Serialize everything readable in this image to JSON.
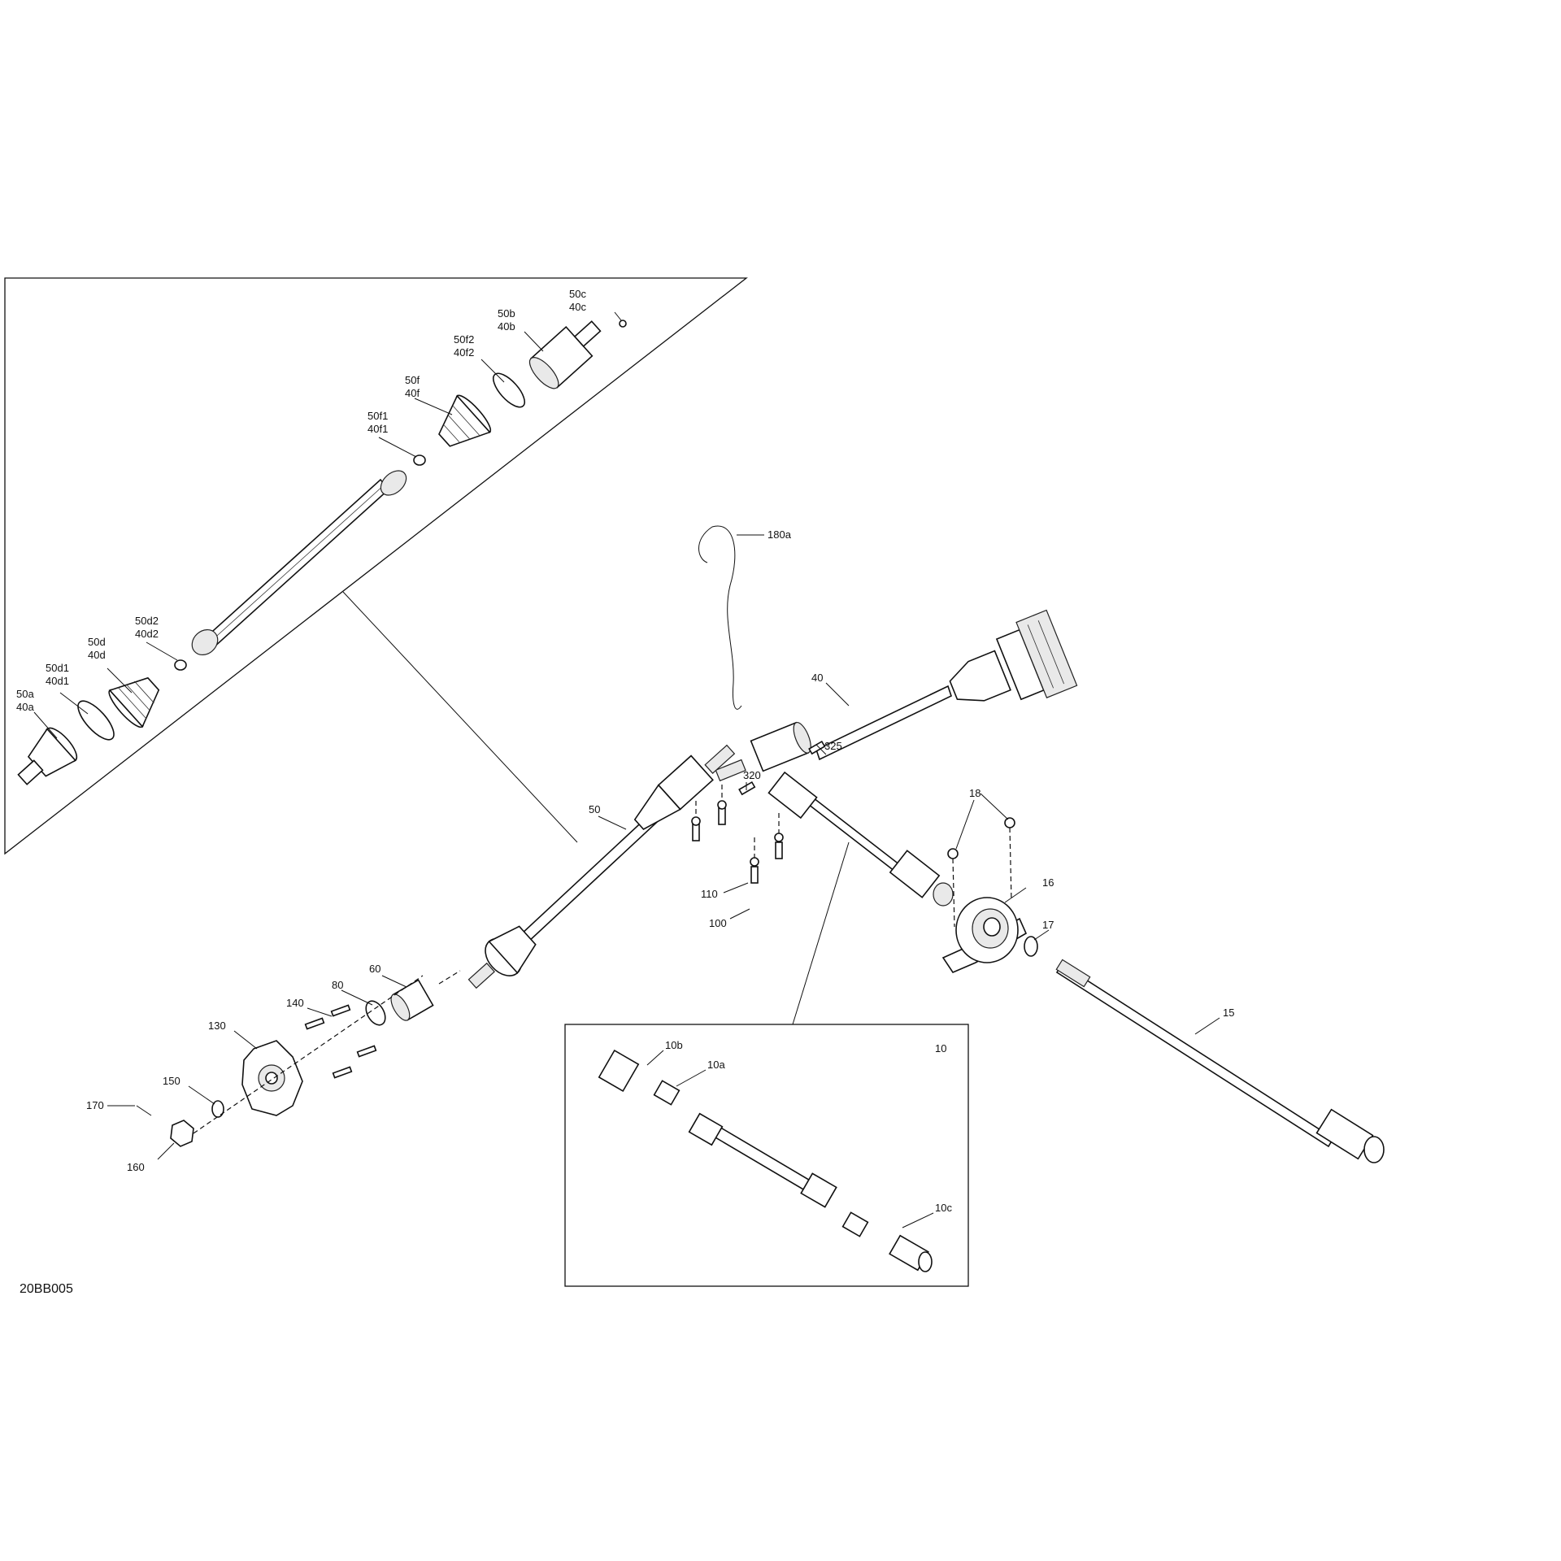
{
  "diagram_code": "20BB005",
  "labels": {
    "l50c": [
      "50c",
      "40c"
    ],
    "l50b": [
      "50b",
      "40b"
    ],
    "l50f2": [
      "50f2",
      "40f2"
    ],
    "l50f": [
      "50f",
      "40f"
    ],
    "l50f1": [
      "50f1",
      "40f1"
    ],
    "l50d2": [
      "50d2",
      "40d2"
    ],
    "l50d": [
      "50d",
      "40d"
    ],
    "l50d1": [
      "50d1",
      "40d1"
    ],
    "l50a": [
      "50a",
      "40a"
    ],
    "l180a": "180a",
    "l40": "40",
    "l325": "325",
    "l320": "320",
    "l50": "50",
    "l18": "18",
    "l16": "16",
    "l17": "17",
    "l110": "110",
    "l100": "100",
    "l60": "60",
    "l80": "80",
    "l140": "140",
    "l130": "130",
    "l150": "150",
    "l170": "170",
    "l160": "160",
    "l15": "15",
    "l10": "10",
    "l10b": "10b",
    "l10a": "10a",
    "l10c": "10c"
  }
}
